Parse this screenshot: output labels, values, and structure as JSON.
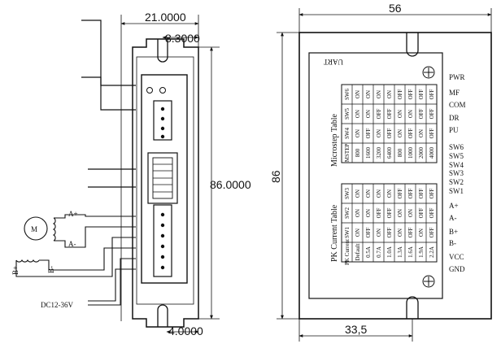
{
  "front_dims": {
    "width_top": "21.0000",
    "hole_offset": "8.3000",
    "height": "86.0000",
    "bottom": "4.0000"
  },
  "side_dims": {
    "width": "56",
    "height": "86",
    "hole_span": "33,5"
  },
  "wiring": {
    "motor": "M",
    "a_plus": "A+",
    "a_minus": "A-",
    "b_plus": "B+",
    "b_minus": "B-",
    "supply": "DC12-36V"
  },
  "uart_label": "UART",
  "pin_labels": [
    "PWR",
    "MF",
    "COM",
    "DR",
    "PU",
    "SW6",
    "SW5",
    "SW4",
    "SW3",
    "SW2",
    "SW1",
    "A+",
    "A-",
    "B+",
    "B-",
    "VCC",
    "GND"
  ],
  "microstep_table": {
    "title": "Microstep Table",
    "columns": [
      "MSTEP",
      "SW4",
      "SW5",
      "SW6"
    ],
    "rows": [
      [
        "800",
        "ON",
        "ON",
        "ON"
      ],
      [
        "1600",
        "OFF",
        "ON",
        "ON"
      ],
      [
        "3200",
        "ON",
        "OFF",
        "ON"
      ],
      [
        "6400",
        "OFF",
        "OFF",
        "ON"
      ],
      [
        "800",
        "ON",
        "ON",
        "OFF"
      ],
      [
        "1000",
        "OFF",
        "ON",
        "OFF"
      ],
      [
        "2000",
        "ON",
        "OFF",
        "OFF"
      ],
      [
        "4000",
        "OFF",
        "OFF",
        "OFF"
      ]
    ]
  },
  "current_table": {
    "title": "PK Current Table",
    "columns": [
      "PK Current",
      "SW1",
      "SW2",
      "SW3"
    ],
    "rows": [
      [
        "Default",
        "ON",
        "ON",
        "ON"
      ],
      [
        "0.5A",
        "OFF",
        "ON",
        "ON"
      ],
      [
        "0.7A",
        "ON",
        "OFF",
        "ON"
      ],
      [
        "1.0A",
        "OFF",
        "OFF",
        "ON"
      ],
      [
        "1.3A",
        "ON",
        "ON",
        "OFF"
      ],
      [
        "1.6A",
        "OFF",
        "ON",
        "OFF"
      ],
      [
        "1.9A",
        "ON",
        "OFF",
        "OFF"
      ],
      [
        "2.2A",
        "OFF",
        "OFF",
        "OFF"
      ]
    ]
  }
}
